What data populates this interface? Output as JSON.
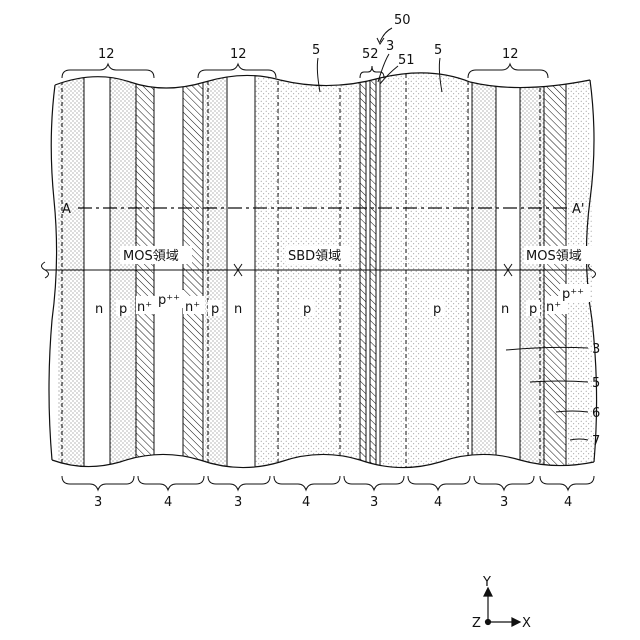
{
  "labels": {
    "ref_12": "12",
    "ref_5": "5",
    "ref_50": "50",
    "ref_52": "52",
    "ref_3": "3",
    "ref_51": "51",
    "ref_4": "4",
    "ref_6": "6",
    "ref_7": "7",
    "section_a": "A",
    "section_a_prime": "A'",
    "region_mos": "MOS領域",
    "region_sbd": "SBD領域",
    "n": "n",
    "p": "p",
    "n_plus": "n⁺",
    "p_plusplus": "p⁺⁺",
    "axis_x": "X",
    "axis_y": "Y",
    "axis_z": "Z"
  },
  "colors": {
    "line": "#111111",
    "stipple": "#555555",
    "background": "#ffffff"
  }
}
